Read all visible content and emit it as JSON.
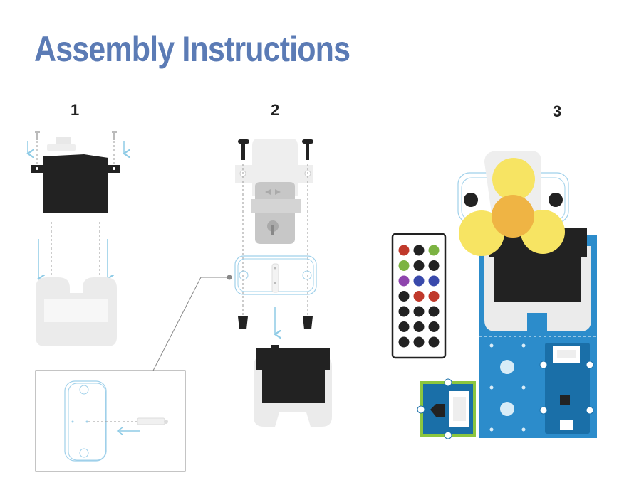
{
  "title": "Assembly Instructions",
  "steps": [
    {
      "number": "1"
    },
    {
      "number": "2"
    },
    {
      "number": "3"
    }
  ],
  "colors": {
    "title": "#5b7bb5",
    "servo": "#222222",
    "housing": "#ebebeb",
    "guide_arrow": "#8fcbe6",
    "board_blue": "#2c8ccb",
    "board_green": "#8cc63f",
    "fan_yellow": "#f7e463",
    "fan_hub": "#efb444"
  },
  "icons": [
    "servo-icon",
    "screw-icon",
    "fan-blade-icon",
    "ir-remote-icon",
    "sensor-board-icon",
    "arrow-down-icon"
  ],
  "remote_buttons": [
    "#c0392b",
    "#222222",
    "#7cb342",
    "#7cb342",
    "#222222",
    "#222222",
    "#8e44ad",
    "#3949ab",
    "#3949ab",
    "#222222",
    "#c0392b",
    "#c0392b",
    "#222222",
    "#222222",
    "#222222",
    "#222222",
    "#222222",
    "#222222",
    "#222222",
    "#222222",
    "#222222"
  ]
}
